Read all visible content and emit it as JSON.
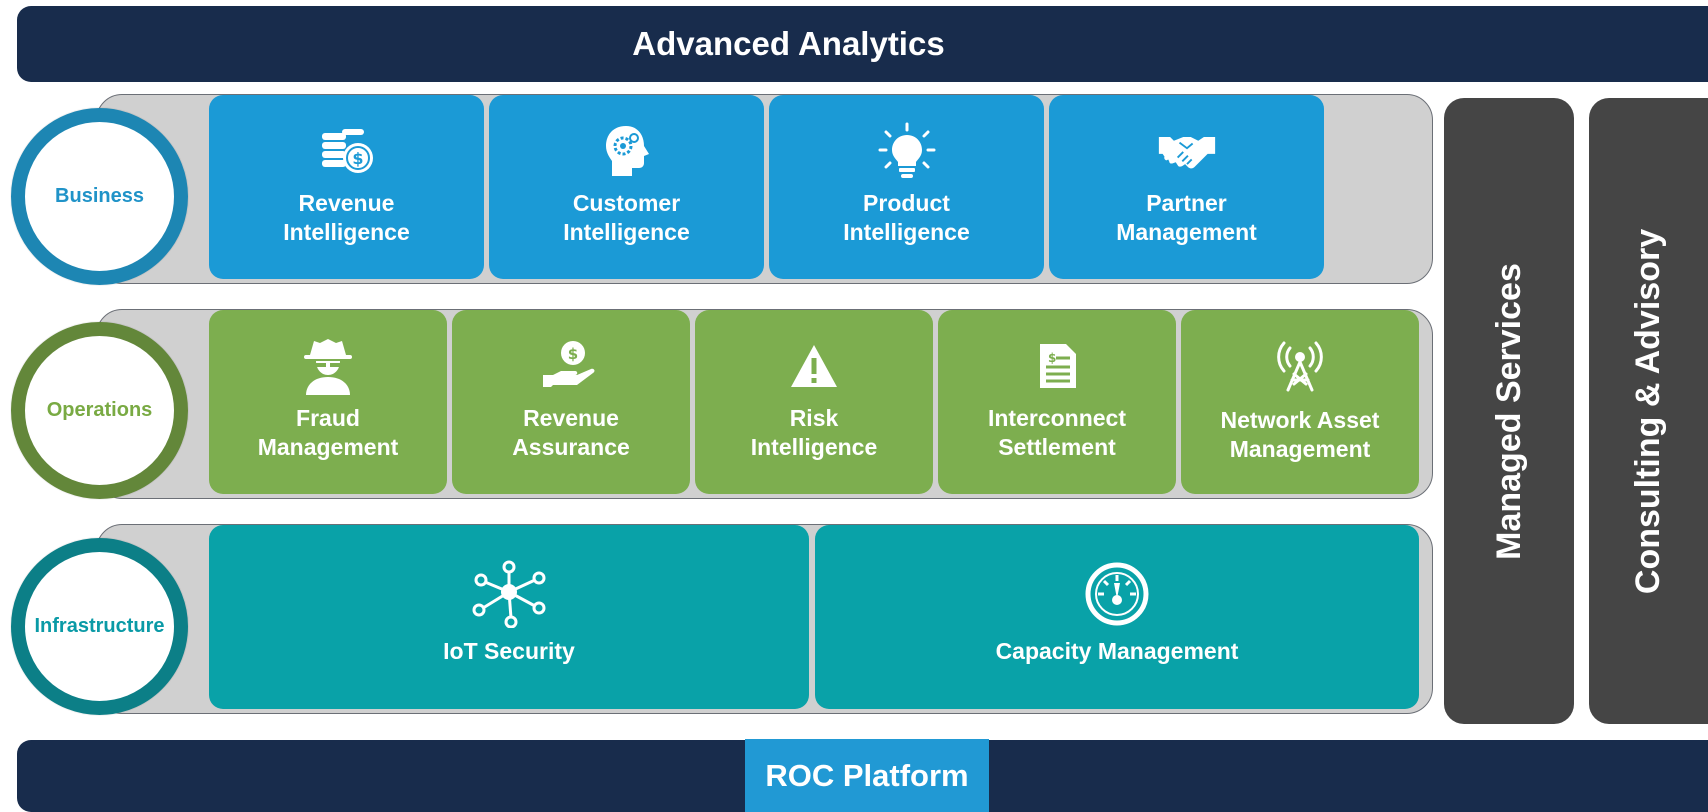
{
  "header": {
    "title": "Advanced Analytics"
  },
  "footer": {
    "platform": "ROC Platform"
  },
  "side_panels": [
    "Managed Services",
    "Consulting & Advisory"
  ],
  "layers": [
    {
      "name": "Business",
      "tiles": [
        {
          "line1": "Revenue",
          "line2": "Intelligence",
          "icon": "coins-icon"
        },
        {
          "line1": "Customer",
          "line2": "Intelligence",
          "icon": "head-gears-icon"
        },
        {
          "line1": "Product",
          "line2": "Intelligence",
          "icon": "lightbulb-icon"
        },
        {
          "line1": "Partner",
          "line2": "Management",
          "icon": "handshake-icon"
        }
      ]
    },
    {
      "name": "Operations",
      "tiles": [
        {
          "line1": "Fraud",
          "line2": "Management",
          "icon": "spy-icon"
        },
        {
          "line1": "Revenue",
          "line2": "Assurance",
          "icon": "money-hand-icon"
        },
        {
          "line1": "Risk",
          "line2": "Intelligence",
          "icon": "warning-icon"
        },
        {
          "line1": "Interconnect",
          "line2": "Settlement",
          "icon": "invoice-icon"
        },
        {
          "line1": "Network Asset",
          "line2": "Management",
          "icon": "antenna-tower-icon"
        }
      ]
    },
    {
      "name": "Infrastructure",
      "tiles": [
        {
          "line1": "IoT Security",
          "icon": "network-nodes-icon"
        },
        {
          "line1": "Capacity Management",
          "icon": "gauge-icon"
        }
      ]
    }
  ]
}
